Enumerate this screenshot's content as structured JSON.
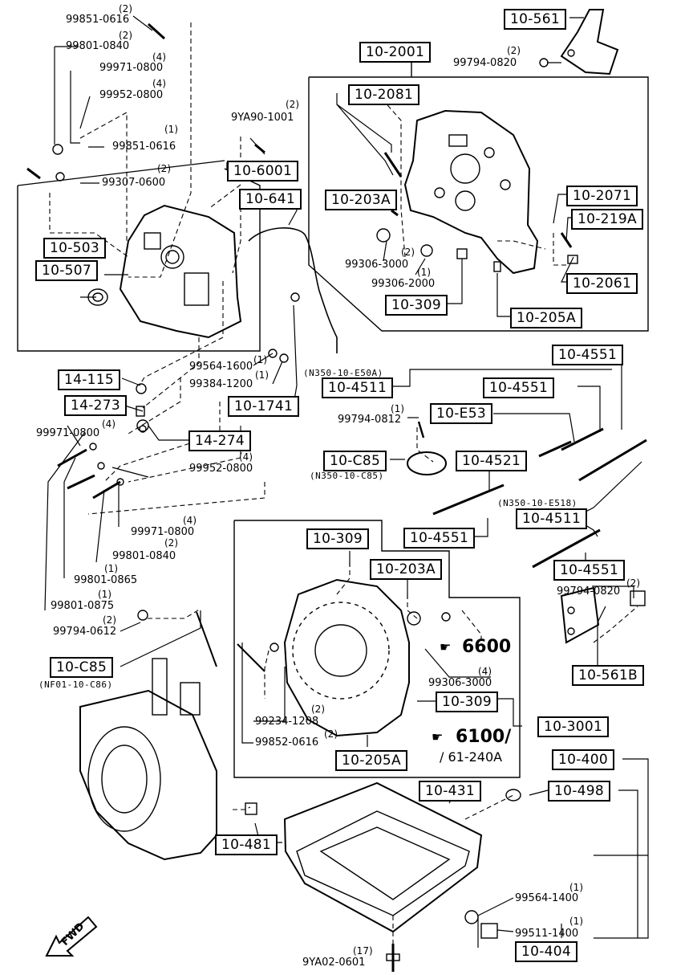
{
  "callouts": [
    {
      "code": "10-561"
    },
    {
      "code": "10-2001"
    },
    {
      "code": "10-2081"
    },
    {
      "code": "10-6001"
    },
    {
      "code": "10-641"
    },
    {
      "code": "10-203A"
    },
    {
      "code": "10-2071"
    },
    {
      "code": "10-219A"
    },
    {
      "code": "10-503"
    },
    {
      "code": "10-507"
    },
    {
      "code": "10-2061"
    },
    {
      "code": "10-309"
    },
    {
      "code": "10-205A"
    },
    {
      "code": "10-4551"
    },
    {
      "code": "14-115"
    },
    {
      "code": "10-4511"
    },
    {
      "code": "10-4551"
    },
    {
      "code": "14-273"
    },
    {
      "code": "10-1741"
    },
    {
      "code": "10-E53"
    },
    {
      "code": "14-274"
    },
    {
      "code": "10-C85"
    },
    {
      "code": "10-4521"
    },
    {
      "code": "10-4511"
    },
    {
      "code": "10-309"
    },
    {
      "code": "10-4551"
    },
    {
      "code": "10-203A"
    },
    {
      "code": "10-4551"
    },
    {
      "code": "10-C85"
    },
    {
      "code": "10-561B"
    },
    {
      "code": "10-309"
    },
    {
      "code": "10-3001"
    },
    {
      "code": "10-205A"
    },
    {
      "code": "10-400"
    },
    {
      "code": "10-431"
    },
    {
      "code": "10-498"
    },
    {
      "code": "10-481"
    },
    {
      "code": "10-404"
    }
  ],
  "part_numbers": [
    {
      "qty": "(2)",
      "part": "99851-0616"
    },
    {
      "qty": "(2)",
      "part": "99801-0840"
    },
    {
      "qty": "(4)",
      "part": "99971-0800"
    },
    {
      "qty": "(4)",
      "part": "99952-0800"
    },
    {
      "qty": "(1)",
      "part": "99851-0616"
    },
    {
      "qty": "(2)",
      "part": "99307-0600"
    },
    {
      "qty": "(2)",
      "part": "9YA90-1001"
    },
    {
      "qty": "(2)",
      "part": "99794-0820"
    },
    {
      "qty": "(2)",
      "part": "99306-3000"
    },
    {
      "qty": "(1)",
      "part": "99306-2000"
    },
    {
      "qty": "(1)",
      "part": "99564-1600"
    },
    {
      "qty": "(1)",
      "part": "99384-1200"
    },
    {
      "qty": "(1)",
      "part": "99794-0812"
    },
    {
      "qty": "(4)",
      "part": "99971-0800"
    },
    {
      "qty": "(4)",
      "part": "99952-0800"
    },
    {
      "qty": "(4)",
      "part": "99971-0800"
    },
    {
      "qty": "(2)",
      "part": "99801-0840"
    },
    {
      "qty": "(1)",
      "part": "99801-0865"
    },
    {
      "qty": "(1)",
      "part": "99801-0875"
    },
    {
      "qty": "(2)",
      "part": "99794-0612"
    },
    {
      "qty": "(2)",
      "part": "99794-0820"
    },
    {
      "qty": "(4)",
      "part": "99306-3000"
    },
    {
      "qty": "(2)",
      "part": "99234-1208"
    },
    {
      "qty": "(2)",
      "part": "99852-0616"
    },
    {
      "qty": "(1)",
      "part": "99564-1400"
    },
    {
      "qty": "(1)",
      "part": "99511-1400"
    },
    {
      "qty": "(17)",
      "part": "9YA02-0601"
    }
  ],
  "notes": [
    {
      "text": "(N350-10-E50A)"
    },
    {
      "text": "(N350-10-C85)"
    },
    {
      "text": "(N350-10-E518)"
    },
    {
      "text": "(NF01-10-C86)"
    }
  ],
  "references": [
    {
      "text": "6600"
    },
    {
      "text": "6100/"
    },
    {
      "text": "/ 61-240A"
    }
  ],
  "direction": {
    "label": "FWD"
  },
  "icons": [
    "hand-pointer-icon",
    "fwd-arrow-icon"
  ]
}
